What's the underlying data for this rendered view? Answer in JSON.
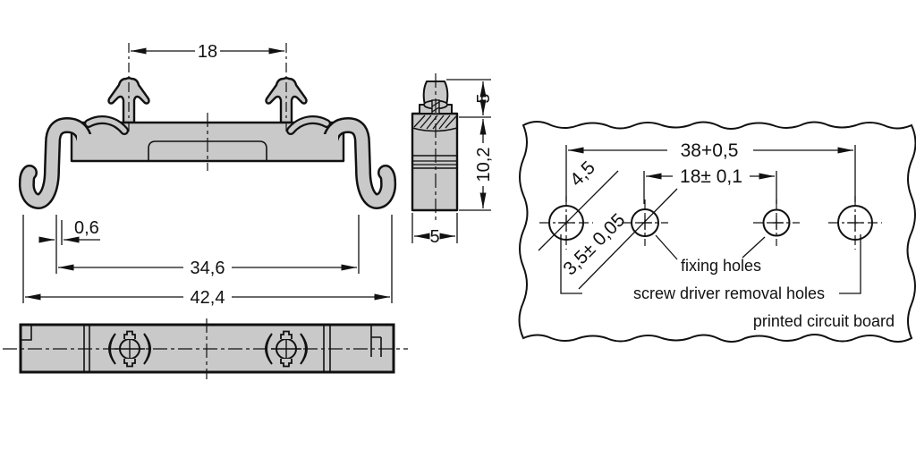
{
  "front_view": {
    "dim_pin_spacing": "18",
    "dim_foot_thickness": "0,6",
    "dim_inner_width": "34,6",
    "dim_outer_width": "42,4"
  },
  "side_view": {
    "dim_pin_height": "5",
    "dim_body_height": "10,2",
    "dim_width": "5"
  },
  "pcb_view": {
    "dim_hole_span": "38+0,5",
    "dim_hole_pitch": "18± 0,1",
    "dim_removal_hole_dia": "4,5",
    "dim_fixing_hole_dia": "3,5± 0,05",
    "label_fixing_holes": "fixing holes",
    "label_removal_holes": "screw driver removal holes",
    "label_board": "printed circuit board"
  },
  "colors": {
    "part_fill": "#c9c9c9",
    "line": "#111111",
    "background": "#ffffff"
  }
}
